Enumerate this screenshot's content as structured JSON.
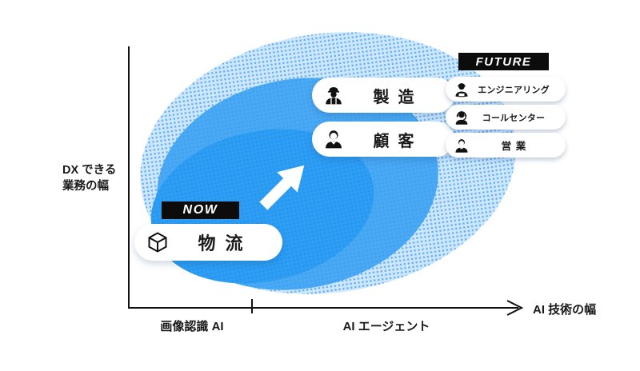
{
  "diagram_title": "",
  "colors": {
    "badge_bg": "#0c0c0c",
    "badge_text": "#ffffff",
    "text": "#1a1a1a",
    "pill_bg": "#ffffff",
    "axis": "#111111",
    "arrow": "#ffffff",
    "ellipse_outer_base": "#cde8fd",
    "ellipse_outer_dot": "#66adf6",
    "ellipse_middle_fill": "#4aa9f4",
    "ellipse_middle_dot": "#3fa0ef",
    "ellipse_inner_fill": "#2d9ef4",
    "ellipse_inner_dot": "#2593ec"
  },
  "axes": {
    "y_label": {
      "line1": "DX できる",
      "line2": "業務の幅"
    },
    "x_axis_label": "AI 技術の幅",
    "x_ticks": [
      {
        "label": "画像認識 AI"
      },
      {
        "label": "AI エージェント"
      }
    ]
  },
  "now_group": {
    "badge": "NOW",
    "pill": {
      "label": "物流",
      "icon": "cube-icon"
    }
  },
  "domain_pills": [
    {
      "label": "製造",
      "icon": "factory-worker-icon"
    },
    {
      "label": "顧客",
      "icon": "customer-icon"
    }
  ],
  "future_group": {
    "badge": "FUTURE",
    "pills": [
      {
        "label": "エンジニアリング",
        "icon": "engineer-icon"
      },
      {
        "label": "コールセンター",
        "icon": "call-center-icon"
      },
      {
        "label": "営業",
        "icon": "sales-person-icon"
      }
    ]
  }
}
